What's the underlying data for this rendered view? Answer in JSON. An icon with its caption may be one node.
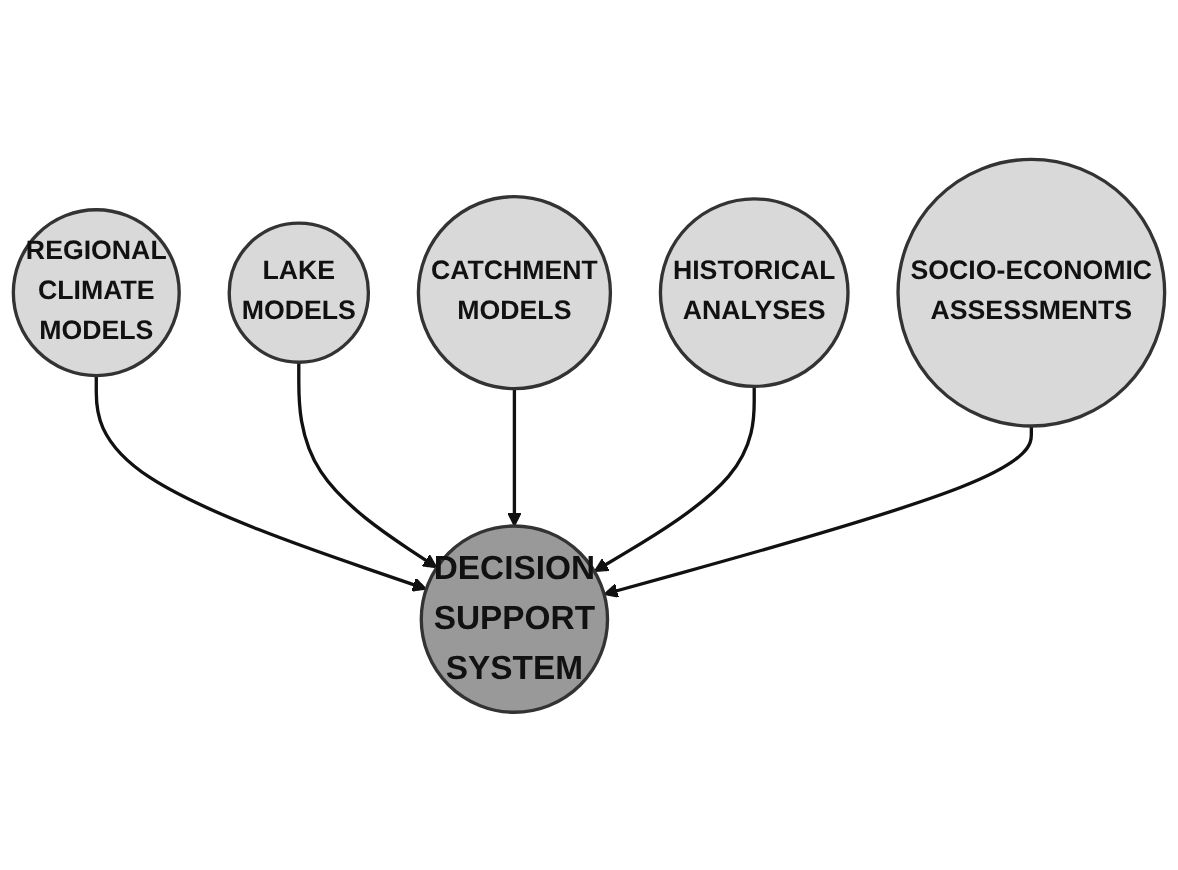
{
  "diagram": {
    "nodes": [
      {
        "text": [
          "CATCHMENT MODELS"
        ]
      },
      {
        "text": [
          "LAKE MODELS"
        ]
      },
      {
        "text": [
          "HISTORICAL ANALYSES"
        ]
      },
      {
        "text": [
          "REGIONAL CLIMATE MODELS"
        ]
      },
      {
        "text": [
          "DECISION SUPPORT SYSTEM"
        ]
      },
      {
        "text": [
          "SOCIO-ECONOMIC ASSESSMENTS"
        ]
      }
    ],
    "edges": [
      {
        "from": 3,
        "to": 4,
        "arrow": "to"
      },
      {
        "from": 1,
        "to": 4,
        "arrow": "to"
      },
      {
        "from": 0,
        "to": 4,
        "arrow": "to"
      },
      {
        "from": 2,
        "to": 4,
        "arrow": "to"
      },
      {
        "from": 5,
        "to": 4,
        "arrow": "to"
      }
    ]
  }
}
